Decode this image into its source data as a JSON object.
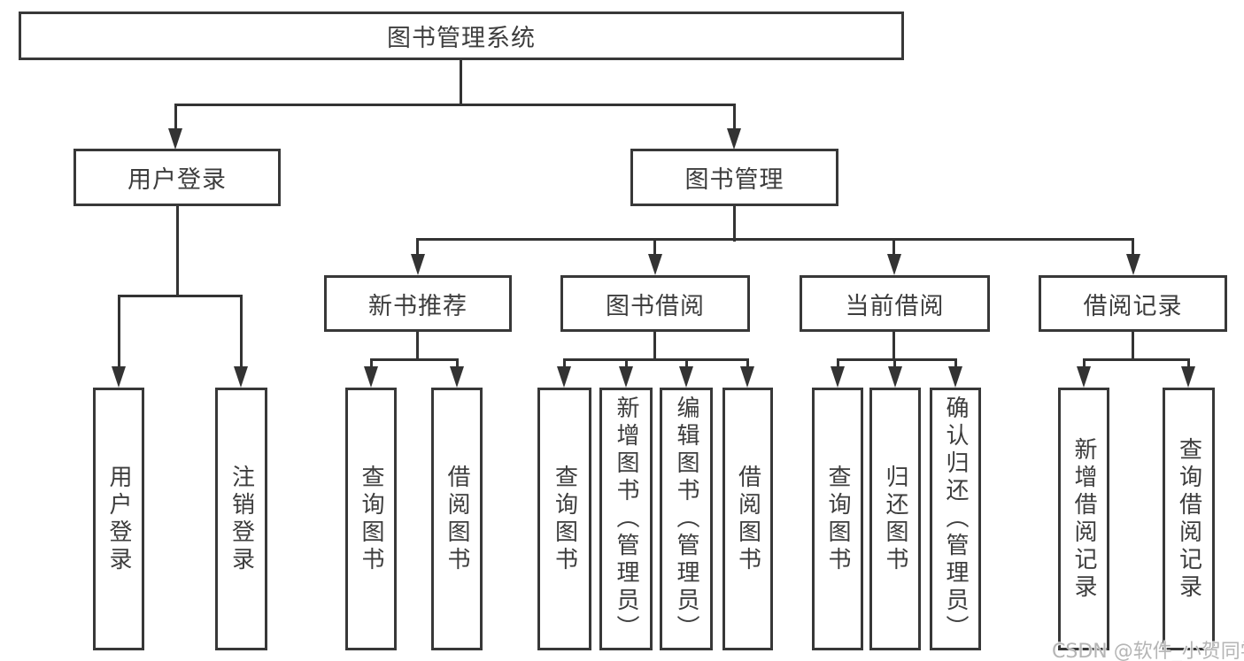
{
  "diagram": {
    "root": {
      "label": "图书管理系统"
    },
    "level2": [
      {
        "label": "用户登录"
      },
      {
        "label": "图书管理"
      }
    ],
    "level3": [
      {
        "label": "新书推荐"
      },
      {
        "label": "图书借阅"
      },
      {
        "label": "当前借阅"
      },
      {
        "label": "借阅记录"
      }
    ],
    "leaves": {
      "user_login": [
        {
          "label": "用户登录"
        },
        {
          "label": "注销登录"
        }
      ],
      "new_book": [
        {
          "label": "查询图书"
        },
        {
          "label": "借阅图书"
        }
      ],
      "book_borrow": [
        {
          "label": "查询图书"
        },
        {
          "label": "新增图书（管理员）"
        },
        {
          "label": "编辑图书（管理员）"
        },
        {
          "label": "借阅图书"
        }
      ],
      "current_borrow": [
        {
          "label": "查询图书"
        },
        {
          "label": "归还图书"
        },
        {
          "label": "确认归还（管理员）"
        }
      ],
      "borrow_records": [
        {
          "label": "新增借阅记录"
        },
        {
          "label": "查询借阅记录"
        }
      ]
    },
    "colors": {
      "line": "#333333",
      "border": "#383838",
      "text": "#3d3d3d"
    }
  },
  "watermark": {
    "text": "CSDN @软件_小贺同学",
    "color": "#b5b5b5"
  }
}
